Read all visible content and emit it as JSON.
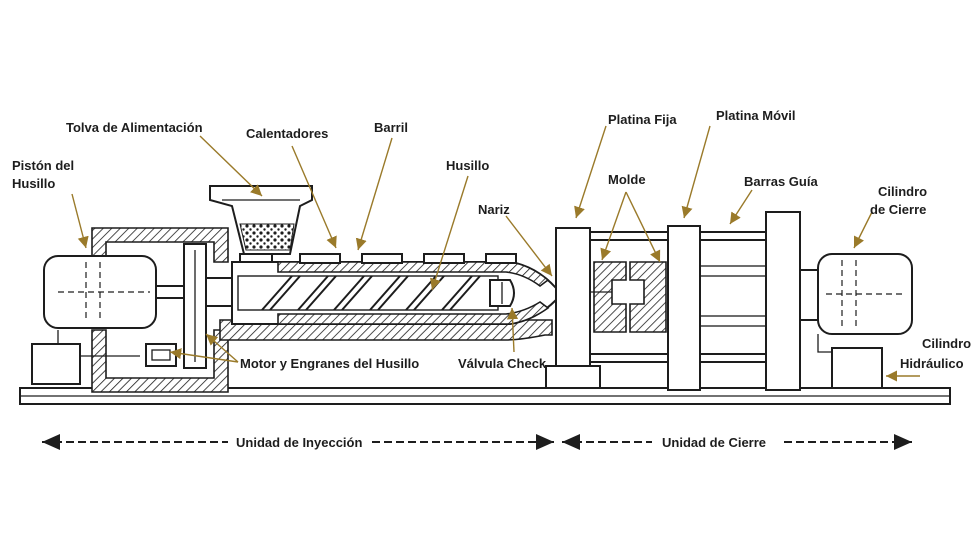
{
  "labels": {
    "tolva": "Tolva de Alimentación",
    "calentadores": "Calentadores",
    "barril": "Barril",
    "husillo": "Husillo",
    "piston_line1": "Pistón del",
    "piston_line2": "Husillo",
    "nariz": "Nariz",
    "platina_fija": "Platina Fija",
    "platina_movil": "Platina Móvil",
    "molde": "Molde",
    "barras_guia": "Barras Guía",
    "cilindro_cierre_line1": "Cilindro",
    "cilindro_cierre_line2": "de Cierre",
    "motor": "Motor y Engranes del Husillo",
    "valvula": "Válvula Check",
    "cilindro_hidraulico_line1": "Cilindro",
    "cilindro_hidraulico_line2": "Hidráulico"
  },
  "units": {
    "inyeccion": "Unidad de Inyección",
    "cierre": "Unidad de Cierre"
  },
  "colors": {
    "leader": "#9a7a2a",
    "ink": "#1d1d1d"
  }
}
